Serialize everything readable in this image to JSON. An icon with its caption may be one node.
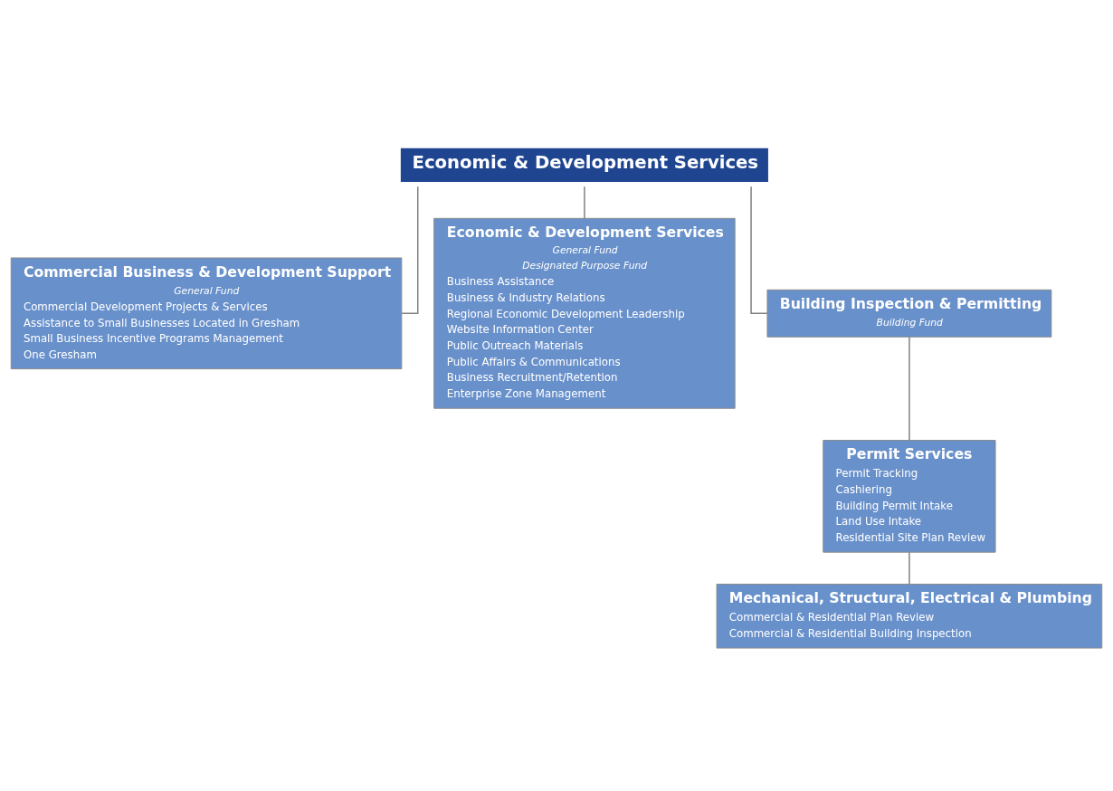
{
  "diagram": {
    "nodes": [
      {
        "text": [
          "Economic & Development Services"
        ]
      },
      {
        "text": [
          "Commercial Business & Development Support",
          "General Fund",
          "Commercial Development Projects & Services",
          "Assistance to Small Businesses Located in Gresham",
          "Small Business Incentive Programs Management",
          "One Gresham"
        ]
      },
      {
        "text": [
          "Economic & Development Services",
          "General Fund",
          "Designated Purpose Fund",
          "Business Assistance",
          "Business & Industry Relations",
          "Regional Economic Development Leadership",
          "Website Information Center",
          "Public Outreach Materials",
          "Public Affairs & Communications",
          "Business Recruitment/Retention",
          "Enterprise Zone Management"
        ]
      },
      {
        "text": [
          "Building Inspection & Permitting",
          "Building Fund"
        ]
      },
      {
        "text": [
          "Permit Services",
          "Permit Tracking",
          "Cashiering",
          "Building Permit Intake",
          "Land Use Intake",
          "Residential Site Plan Review"
        ]
      },
      {
        "text": [
          "Mechanical, Structural, Electrical & Plumbing",
          "Commercial & Residential Plan Review",
          "Commercial & Residential Building Inspection"
        ]
      }
    ],
    "edges": [
      {
        "from": 0,
        "to": 3,
        "arrow": "none"
      },
      {
        "from": 0,
        "to": 1,
        "arrow": "none"
      },
      {
        "from": 0,
        "to": 2,
        "arrow": "none"
      },
      {
        "from": 3,
        "to": 4,
        "arrow": "none"
      },
      {
        "from": 4,
        "to": 5,
        "arrow": "none"
      }
    ]
  }
}
